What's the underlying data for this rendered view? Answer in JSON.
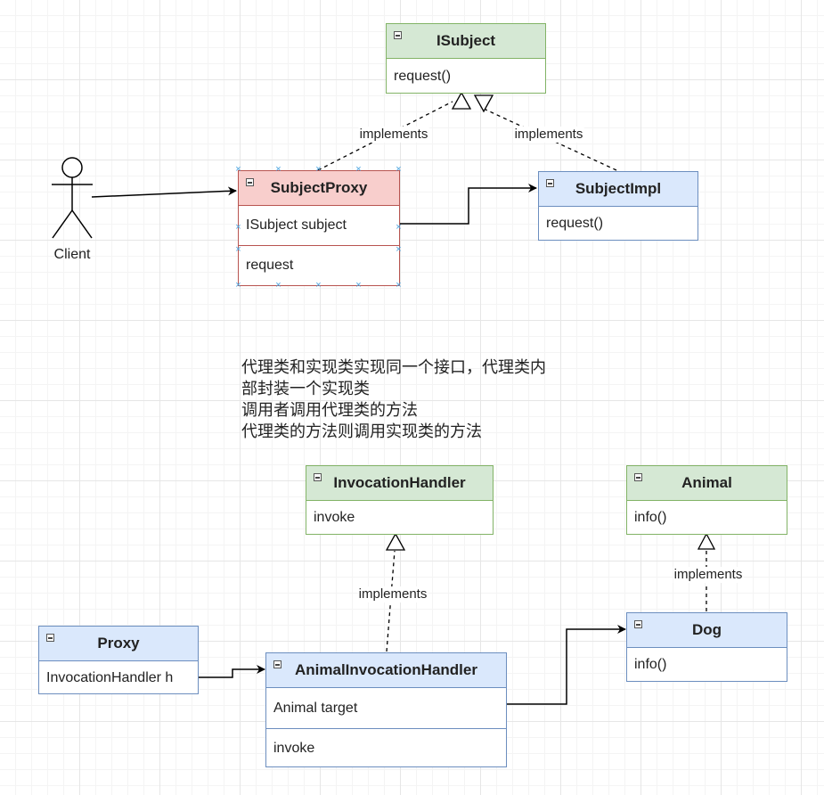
{
  "colors": {
    "green_fill": "#d5e8d4",
    "green_stroke": "#82b366",
    "blue_fill": "#dae8fc",
    "blue_stroke": "#6c8ebf",
    "red_fill": "#f8cecc",
    "red_stroke": "#b85450",
    "selection_handle": "#4aa3df"
  },
  "actor": {
    "label": "Client"
  },
  "classes": {
    "isubject": {
      "name": "ISubject",
      "members": [
        "request()"
      ]
    },
    "subject_proxy": {
      "name": "SubjectProxy",
      "fields": [
        "ISubject subject"
      ],
      "methods": [
        "request"
      ]
    },
    "subject_impl": {
      "name": "SubjectImpl",
      "members": [
        "request()"
      ]
    },
    "invocation_handler": {
      "name": "InvocationHandler",
      "members": [
        "invoke"
      ]
    },
    "animal": {
      "name": "Animal",
      "members": [
        "info()"
      ]
    },
    "proxy": {
      "name": "Proxy",
      "members": [
        "InvocationHandler h"
      ]
    },
    "animal_invocation_handler": {
      "name": "AnimalInvocationHandler",
      "fields": [
        "Animal target"
      ],
      "methods": [
        "invoke"
      ]
    },
    "dog": {
      "name": "Dog",
      "members": [
        "info()"
      ]
    }
  },
  "edge_labels": {
    "proxy_implements": "implements",
    "impl_implements": "implements",
    "handler_implements": "implements",
    "dog_implements": "implements"
  },
  "note": {
    "lines": [
      "代理类和实现类实现同一个接口，代理类内",
      "部封装一个实现类",
      "调用者调用代理类的方法",
      "代理类的方法则调用实现类的方法"
    ]
  }
}
